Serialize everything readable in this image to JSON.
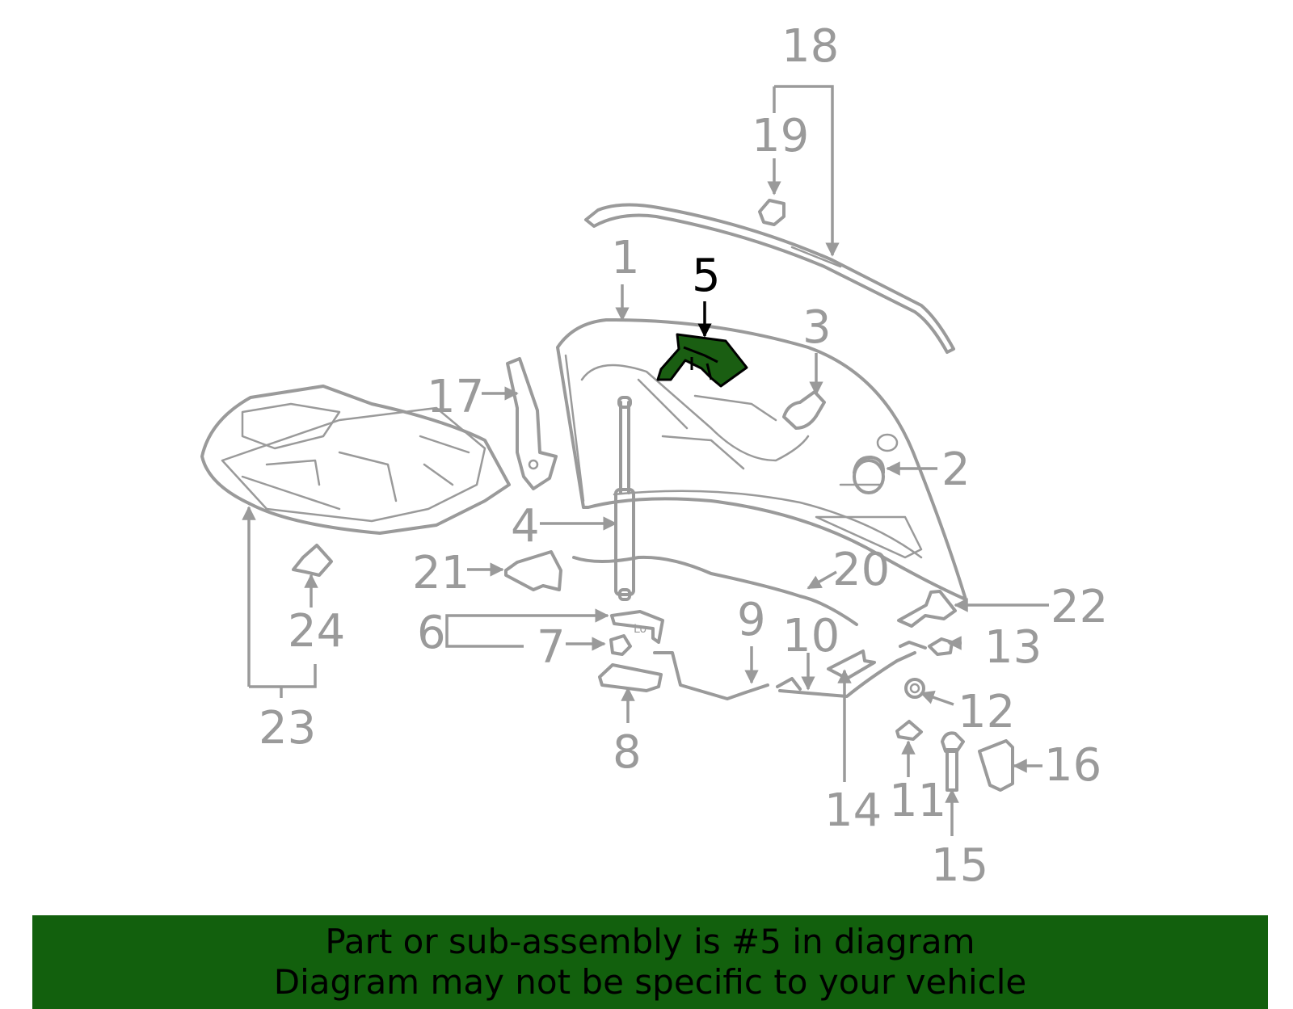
{
  "diagram": {
    "highlight_color": "#1a5e12",
    "highlighted_part": "5",
    "callouts": [
      "1",
      "2",
      "3",
      "4",
      "5",
      "6",
      "7",
      "8",
      "9",
      "10",
      "11",
      "12",
      "13",
      "14",
      "15",
      "16",
      "17",
      "18",
      "19",
      "20",
      "21",
      "22",
      "23",
      "24"
    ]
  },
  "banner": {
    "background": "#12600d",
    "line1": "Part or sub-assembly is #5 in diagram",
    "line2": "Diagram may not be specific to your vehicle"
  }
}
